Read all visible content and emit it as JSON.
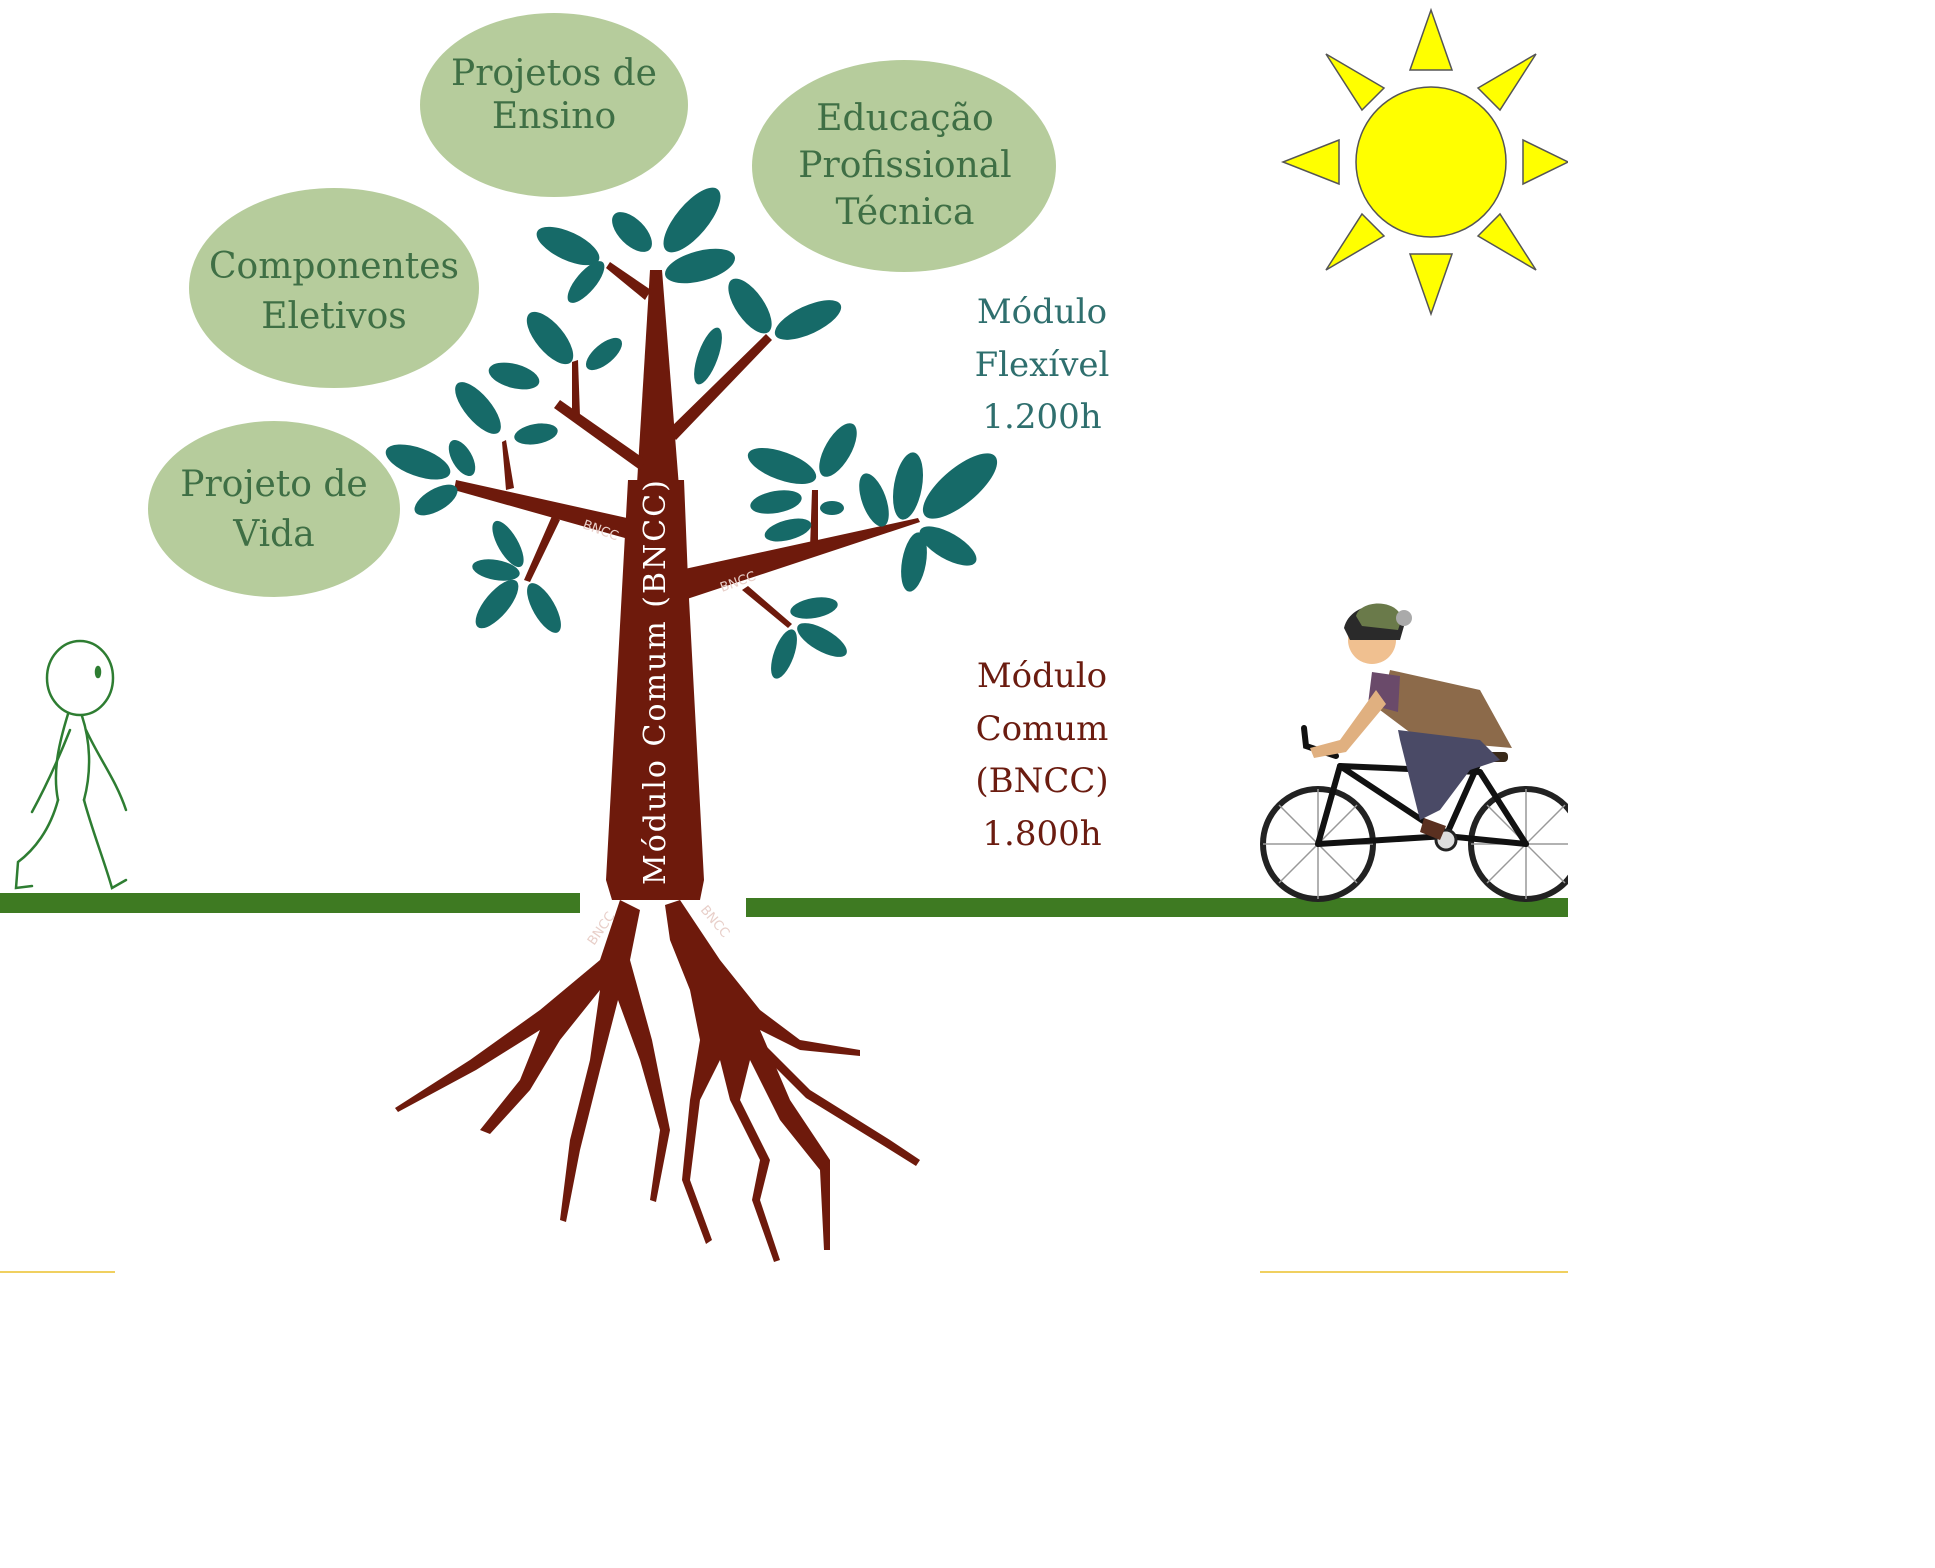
{
  "bubbles": [
    {
      "lines": [
        "Projetos de",
        "Ensino"
      ]
    },
    {
      "lines": [
        "Educação",
        "Profissional",
        "Técnica"
      ]
    },
    {
      "lines": [
        "Componentes",
        "Eletivos"
      ]
    },
    {
      "lines": [
        "Projeto de",
        "Vida"
      ]
    }
  ],
  "flexible": {
    "lines": [
      "Módulo",
      "Flexível",
      "1.200h"
    ]
  },
  "common": {
    "lines": [
      "Módulo",
      "Comum",
      "(BNCC)",
      "1.800h"
    ]
  },
  "trunk_label": "Módulo Comum (BNCC)",
  "branch_tag": "BNCC",
  "colors": {
    "bubble_fill": "#b6cc9c",
    "bubble_text": "#3f6f45",
    "leaf": "#166a68",
    "trunk": "#6e1a0c",
    "ground": "#3e7a22",
    "sun": "#ffff00"
  },
  "icons": [
    "sun-icon",
    "walking-figure-icon",
    "cyclist-icon"
  ]
}
